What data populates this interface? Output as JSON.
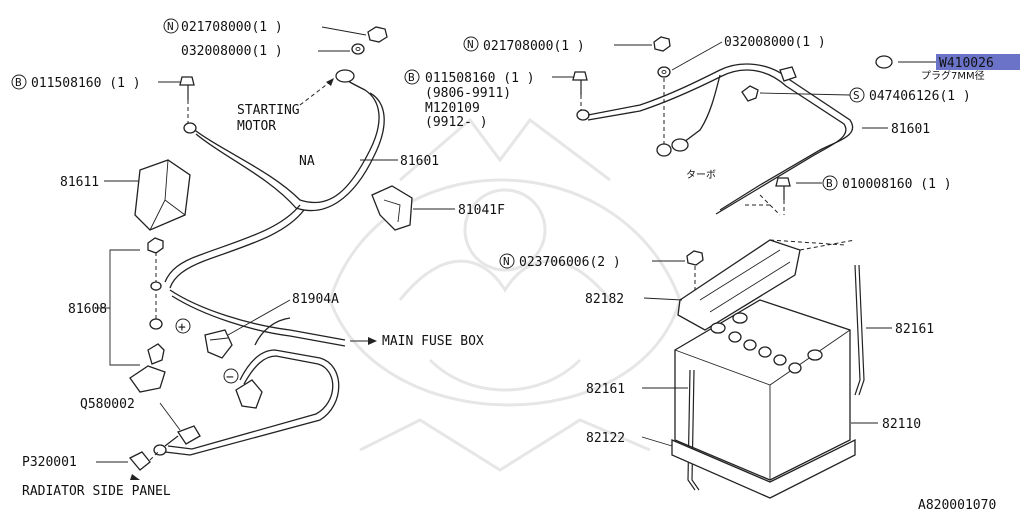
{
  "labels": {
    "n_nut_left": "021708000(1 )",
    "washer_left": "032008000(1 )",
    "b_bolt_left": "011508160 (1 )",
    "starting_motor_1": "STARTING",
    "starting_motor_2": "MOTOR",
    "na": "NA",
    "cable_81601_left": "81601",
    "cover_81611": "81611",
    "clip_81041f": "81041F",
    "terminal_81608": "81608",
    "clamp_81904a": "81904A",
    "main_fuse_box": "MAIN FUSE BOX",
    "bolt_q580002": "Q580002",
    "clip_p320001": "P320001",
    "radiator_side_panel": "RADIATOR SIDE PANEL",
    "n_nut_right": "021708000(1 )",
    "washer_right": "032008000(1 )",
    "b_bolt_right": "011508160 (1 )",
    "b_bolt_right_date1": "(9806-9911)",
    "b_bolt_right_alt": "M120109",
    "b_bolt_right_date2": "(9912-       )",
    "plug_w410026": "W410026",
    "plug_note": "プラグ7MM径",
    "s_screw": "047406126(1 )",
    "cable_81601_right": "81601",
    "turbo": "ターボ",
    "b_bolt_010008160": "010008160 (1 )",
    "n_nut_023706006": "023706006(2 )",
    "holder_82182": "82182",
    "rod_82161_right": "82161",
    "rod_82161_left": "82161",
    "tray_82122": "82122",
    "battery_82110": "82110",
    "plus_sign": "+",
    "minus_sign": "−",
    "figure_id": "A820001070"
  },
  "circle_letters": {
    "n": "N",
    "b": "B",
    "s": "S"
  },
  "colors": {
    "highlight": "#6b73c9"
  }
}
